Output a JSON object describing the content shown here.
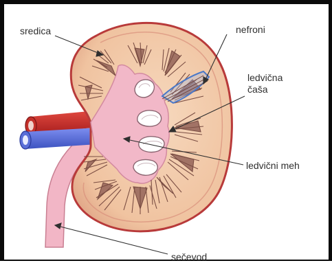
{
  "labels": {
    "sredica": "sredica",
    "nefroni": "nefroni",
    "ledvicna_casa_line1": "ledvična",
    "ledvicna_casa_line2": "čaša",
    "ledvicni_meh": "ledvični meh",
    "secevod": "sečevod"
  },
  "colors": {
    "cortex": "#f1c8a6",
    "kidney_outline": "#b83a3a",
    "pelvis": "#f2b8c8",
    "pyramids": "#8a5a50",
    "artery": "#d0302a",
    "vein": "#5a6fd8",
    "nephron_highlight": "#4a78c8"
  }
}
